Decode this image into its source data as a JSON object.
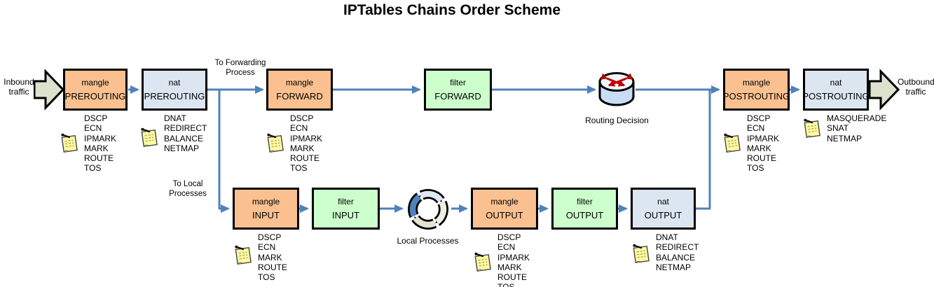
{
  "title": "IPTables Chains Order Scheme",
  "labels": {
    "inbound": "Inbound traffic",
    "outbound": "Outbound traffic",
    "to_forwarding": "To Forwarding Process",
    "to_local": "To Local Processes",
    "routing_decision": "Routing Decision",
    "local_processes": "Local Processes"
  },
  "boxes": {
    "mangle_prerouting": {
      "table": "mangle",
      "chain": "PREROUTING"
    },
    "nat_prerouting": {
      "table": "nat",
      "chain": "PREROUTING"
    },
    "mangle_forward": {
      "table": "mangle",
      "chain": "FORWARD"
    },
    "filter_forward": {
      "table": "filter",
      "chain": "FORWARD"
    },
    "mangle_postrouting": {
      "table": "mangle",
      "chain": "POSTROUTING"
    },
    "nat_postrouting": {
      "table": "nat",
      "chain": "POSTROUTING"
    },
    "mangle_input": {
      "table": "mangle",
      "chain": "INPUT"
    },
    "filter_input": {
      "table": "filter",
      "chain": "INPUT"
    },
    "mangle_output": {
      "table": "mangle",
      "chain": "OUTPUT"
    },
    "filter_output": {
      "table": "filter",
      "chain": "OUTPUT"
    },
    "nat_output": {
      "table": "nat",
      "chain": "OUTPUT"
    }
  },
  "notes": {
    "mangle_prerouting": [
      "DSCP",
      "ECN",
      "IPMARK",
      "MARK",
      "ROUTE",
      "TOS"
    ],
    "nat_prerouting": [
      "DNAT",
      "REDIRECT",
      "BALANCE",
      "NETMAP"
    ],
    "mangle_forward": [
      "DSCP",
      "ECN",
      "IPMARK",
      "MARK",
      "ROUTE",
      "TOS"
    ],
    "mangle_postrouting": [
      "DSCP",
      "ECN",
      "IPMARK",
      "MARK",
      "ROUTE",
      "TOS"
    ],
    "nat_postrouting": [
      "MASQUERADE",
      "SNAT",
      "NETMAP"
    ],
    "mangle_input": [
      "DSCP",
      "ECN",
      "MARK",
      "ROUTE",
      "TOS"
    ],
    "mangle_output": [
      "DSCP",
      "ECN",
      "IPMARK",
      "MARK",
      "ROUTE",
      "TOS"
    ],
    "nat_output": [
      "DNAT",
      "REDIRECT",
      "BALANCE",
      "NETMAP"
    ]
  },
  "colors": {
    "mangle_box": "#FAC090",
    "filter_box": "#CCFFCC",
    "nat_box": "#DCE6F1",
    "connector_blue": "#4F81BD",
    "flow_arrow_fill": "#DCE2CE",
    "note_yellow": "#FFF9A0",
    "router_red": "#C00000"
  }
}
